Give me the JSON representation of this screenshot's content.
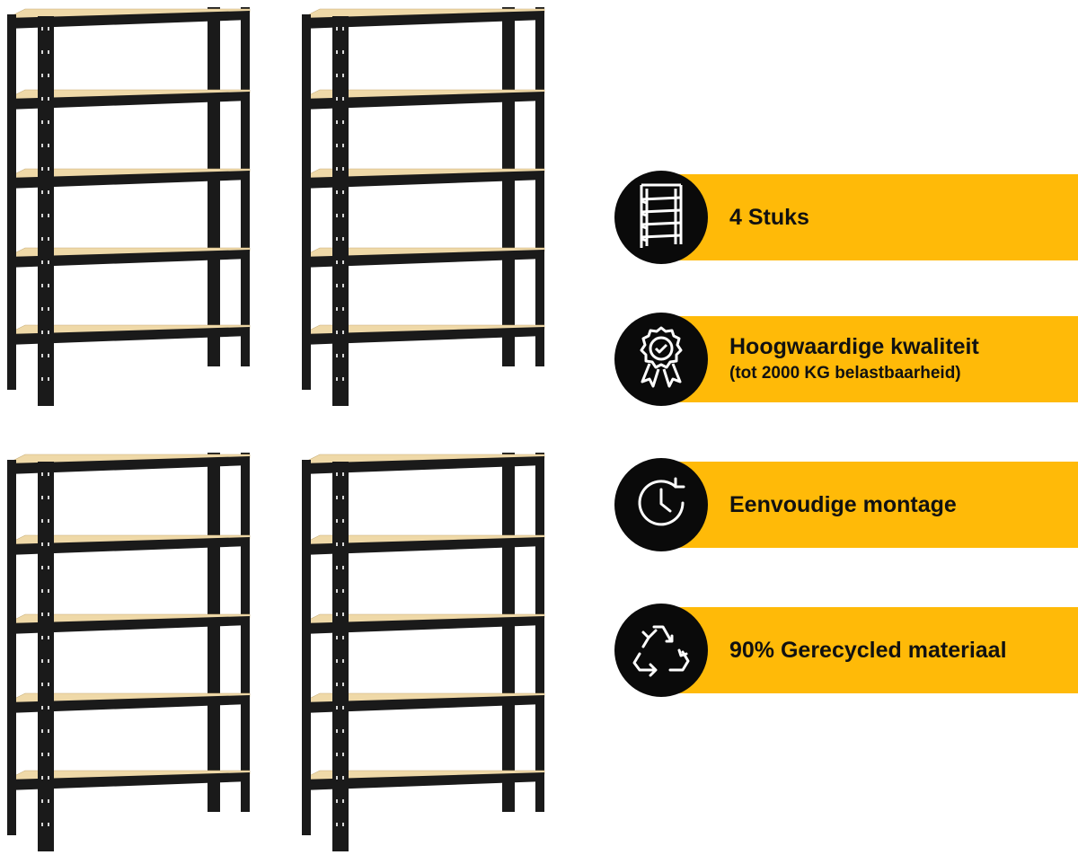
{
  "colors": {
    "accent": "#ffba08",
    "icon_circle": "#0a0a0a",
    "shelf_board": "#efd9a8",
    "frame": "#1a1a1a"
  },
  "product": {
    "image_icon": "steel-shelving-unit",
    "unit_count_shown": 4
  },
  "features": [
    {
      "icon": "shelving-icon",
      "title": "4 Stuks",
      "subtitle": ""
    },
    {
      "icon": "quality-badge-icon",
      "title": "Hoogwaardige kwaliteit",
      "subtitle": "(tot 2000 KG belastbaarheid)"
    },
    {
      "icon": "clock-icon",
      "title": "Eenvoudige montage",
      "subtitle": ""
    },
    {
      "icon": "recycle-icon",
      "title": "90% Gerecycled materiaal",
      "subtitle": ""
    }
  ]
}
